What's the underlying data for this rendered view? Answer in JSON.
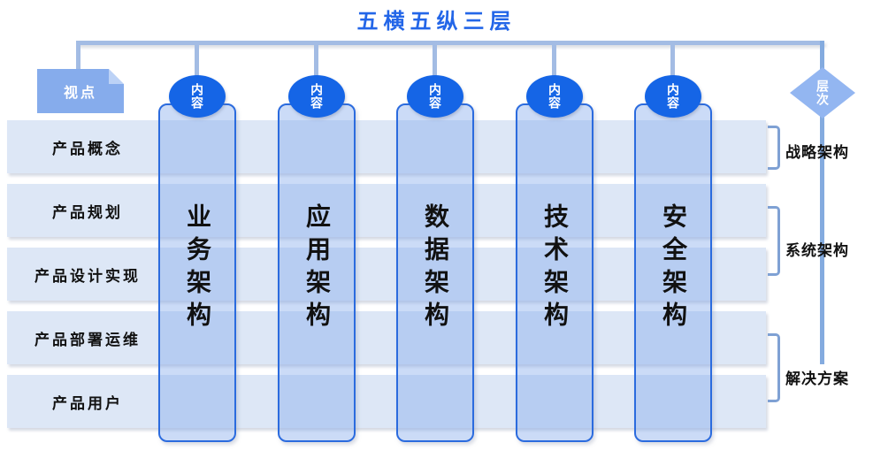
{
  "title": "五横五纵三层",
  "left_tag": {
    "label": "视点"
  },
  "right_tag": {
    "label": "层次"
  },
  "rows": [
    "产品概念",
    "产品规划",
    "产品设计实现",
    "产品部署运维",
    "产品用户"
  ],
  "columns": [
    {
      "badge": "内容",
      "label": "业务架构"
    },
    {
      "badge": "内容",
      "label": "应用架构"
    },
    {
      "badge": "内容",
      "label": "数据架构"
    },
    {
      "badge": "内容",
      "label": "技术架构"
    },
    {
      "badge": "内容",
      "label": "安全架构"
    }
  ],
  "layers": [
    "战略架构",
    "系统架构",
    "解决方案"
  ],
  "colors": {
    "title": "#2366E8",
    "badge_fill": "#1565E6",
    "row_fill": "#DDE7F6",
    "column_border": "#2B6BDE",
    "connector": "#A3BCE4",
    "tag_fill": "#86ACEC",
    "bracket": "#7FA1D4"
  }
}
